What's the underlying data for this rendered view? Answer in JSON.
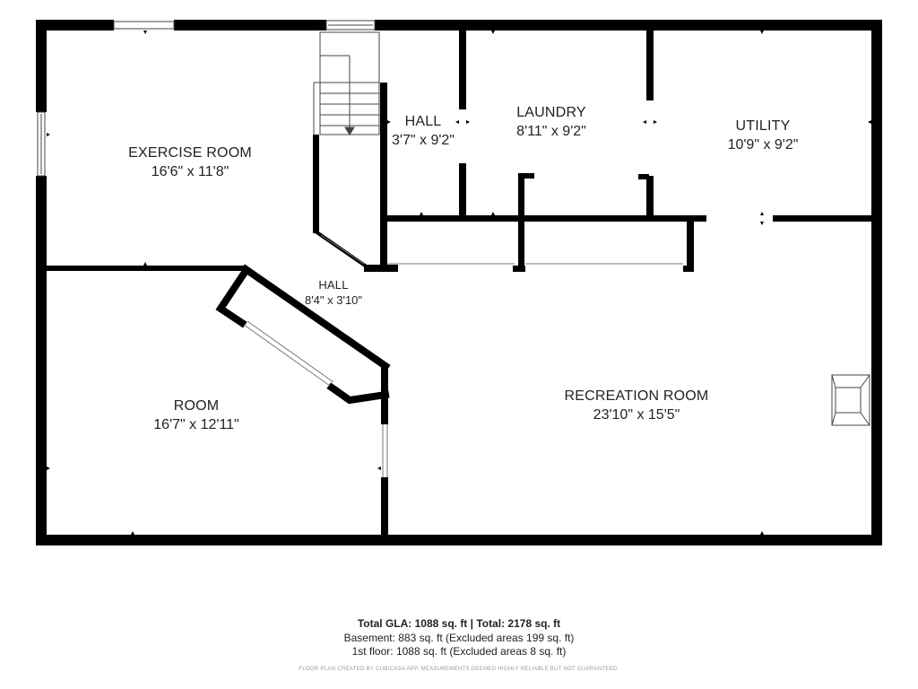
{
  "rooms": {
    "exercise": {
      "name": "EXERCISE ROOM",
      "dims": "16'6\" x 11'8\""
    },
    "hall_upper": {
      "name": "HALL",
      "dims": "3'7\" x 9'2\""
    },
    "laundry": {
      "name": "LAUNDRY",
      "dims": "8'11\" x 9'2\""
    },
    "utility": {
      "name": "UTILITY",
      "dims": "10'9\" x 9'2\""
    },
    "hall_lower": {
      "name": "HALL",
      "dims": "8'4\" x 3'10\""
    },
    "room": {
      "name": "ROOM",
      "dims": "16'7\" x 12'11\""
    },
    "recreation": {
      "name": "RECREATION ROOM",
      "dims": "23'10\" x 15'5\""
    }
  },
  "summary": {
    "total": "Total GLA: 1088 sq. ft | Total: 2178 sq. ft",
    "basement": "Basement: 883 sq. ft (Excluded areas 199 sq. ft)",
    "first_floor": "1st floor: 1088 sq. ft (Excluded areas 8 sq. ft)",
    "disclaimer": "FLOOR PLAN CREATED BY CUBICASA APP. MEASUREMENTS DEEMED HIGHLY RELIABLE BUT NOT GUARANTEED."
  },
  "colors": {
    "wall": "#000000",
    "fixture": "#444444"
  }
}
